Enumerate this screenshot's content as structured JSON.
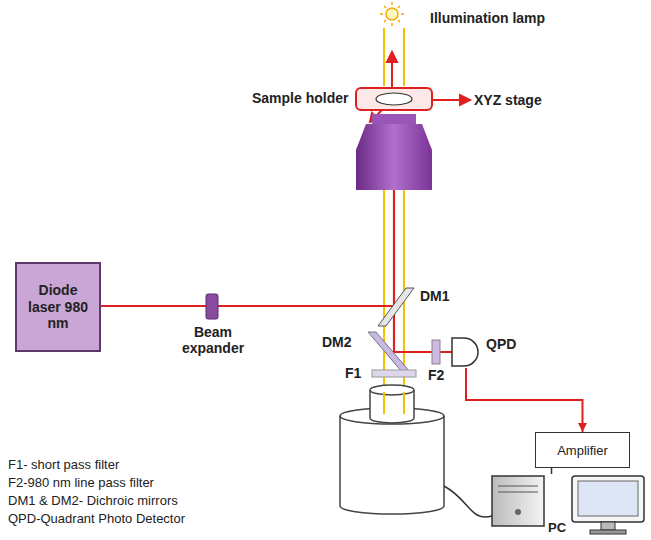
{
  "diagram": {
    "nodes": [
      {
        "text": [
          "Diode laser 980 nm"
        ]
      },
      {
        "text": [
          "QPD"
        ]
      },
      {
        "text": [
          "Amplifier"
        ]
      },
      {
        "text": [
          "PC"
        ]
      }
    ],
    "edges": [
      {
        "from": 1,
        "to": 2,
        "arrow": "to"
      },
      {
        "from": 2,
        "to": 3,
        "arrow": "none"
      }
    ],
    "labels": [
      "Illumination lamp",
      "Sample holder",
      "XYZ stage",
      "Beam expander",
      "DM1",
      "DM2",
      "F1",
      "F2",
      "F1- short pass filter",
      "F2-980 nm line pass filter",
      "DM1 & DM2- Dichroic mirrors",
      "QPD-Quadrant Photo Detector"
    ]
  }
}
